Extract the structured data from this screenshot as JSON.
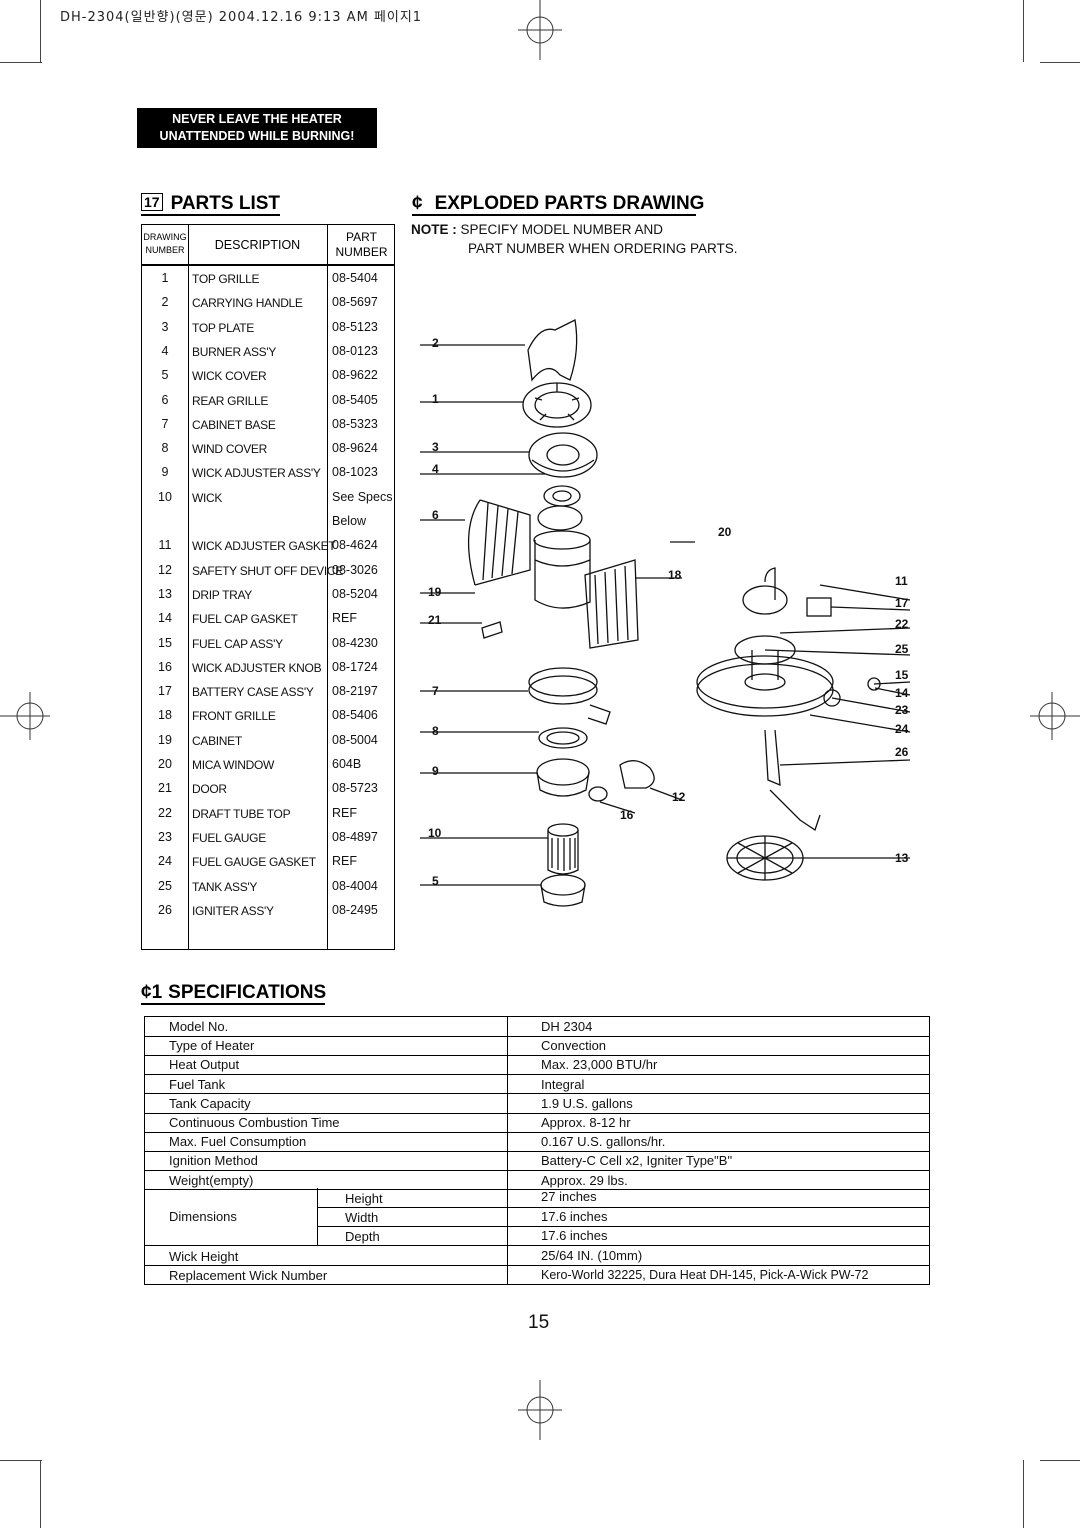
{
  "header_line": "DH-2304(일반향)(영문) 2004.12.16 9:13 AM 페이지1",
  "warning": {
    "line1": "NEVER LEAVE THE HEATER",
    "line2": "UNATTENDED WHILE BURNING!"
  },
  "parts_list": {
    "number": "17",
    "title": "PARTS LIST",
    "headers": {
      "drawing": "DRAWING",
      "number": "NUMBER",
      "description": "DESCRIPTION",
      "part": "PART",
      "part_number": "NUMBER"
    },
    "rows": [
      {
        "n": "1",
        "desc": "TOP GRILLE",
        "part": "08-5404"
      },
      {
        "n": "2",
        "desc": "CARRYING HANDLE",
        "part": "08-5697"
      },
      {
        "n": "3",
        "desc": "TOP PLATE",
        "part": "08-5123"
      },
      {
        "n": "4",
        "desc": "BURNER ASS'Y",
        "part": "08-0123"
      },
      {
        "n": "5",
        "desc": "WICK COVER",
        "part": "08-9622"
      },
      {
        "n": "6",
        "desc": "REAR GRILLE",
        "part": "08-5405"
      },
      {
        "n": "7",
        "desc": "CABINET BASE",
        "part": "08-5323"
      },
      {
        "n": "8",
        "desc": "WIND COVER",
        "part": "08-9624"
      },
      {
        "n": "9",
        "desc": "WICK ADJUSTER ASS'Y",
        "part": "08-1023"
      },
      {
        "n": "10",
        "desc": "WICK",
        "part": "See Specs"
      },
      {
        "n": "",
        "desc": "",
        "part": "Below"
      },
      {
        "n": "11",
        "desc": "WICK ADJUSTER GASKET",
        "part": "08-4624"
      },
      {
        "n": "12",
        "desc": "SAFETY SHUT OFF DEVICE",
        "part": "08-3026"
      },
      {
        "n": "13",
        "desc": "DRIP TRAY",
        "part": "08-5204"
      },
      {
        "n": "14",
        "desc": "FUEL CAP GASKET",
        "part": "REF"
      },
      {
        "n": "15",
        "desc": "FUEL CAP ASS'Y",
        "part": "08-4230"
      },
      {
        "n": "16",
        "desc": "WICK ADJUSTER KNOB",
        "part": "08-1724"
      },
      {
        "n": "17",
        "desc": "BATTERY CASE ASS'Y",
        "part": "08-2197"
      },
      {
        "n": "18",
        "desc": "FRONT GRILLE",
        "part": "08-5406"
      },
      {
        "n": "19",
        "desc": "CABINET",
        "part": "08-5004"
      },
      {
        "n": "20",
        "desc": "MICA WINDOW",
        "part": "604B"
      },
      {
        "n": "21",
        "desc": "DOOR",
        "part": "08-5723"
      },
      {
        "n": "22",
        "desc": "DRAFT TUBE TOP",
        "part": "REF"
      },
      {
        "n": "23",
        "desc": "FUEL GAUGE",
        "part": "08-4897"
      },
      {
        "n": "24",
        "desc": "FUEL GAUGE GASKET",
        "part": "REF"
      },
      {
        "n": "25",
        "desc": "TANK ASS'Y",
        "part": "08-4004"
      },
      {
        "n": "26",
        "desc": "IGNITER ASS'Y",
        "part": "08-2495"
      }
    ]
  },
  "exploded": {
    "symbol": "¢",
    "title": "EXPLODED PARTS DRAWING",
    "note_label": "NOTE :",
    "note_line1": "SPECIFY MODEL NUMBER AND",
    "note_line2": "PART NUMBER WHEN ORDERING PARTS.",
    "callouts_left": [
      "2",
      "1",
      "3",
      "4",
      "6",
      "19",
      "21",
      "7",
      "8",
      "9",
      "10",
      "5"
    ],
    "callouts_mid": [
      "20",
      "18",
      "12",
      "16"
    ],
    "callouts_right": [
      "11",
      "17",
      "22",
      "25",
      "15",
      "14",
      "23",
      "24",
      "26",
      "13"
    ]
  },
  "specifications": {
    "symbol": "¢1",
    "title": "SPECIFICATIONS",
    "rows": [
      {
        "label": "Model No.",
        "value": "DH 2304"
      },
      {
        "label": "Type of Heater",
        "value": "Convection"
      },
      {
        "label": "Heat Output",
        "value": "Max. 23,000 BTU/hr"
      },
      {
        "label": "Fuel Tank",
        "value": "Integral"
      },
      {
        "label": "Tank Capacity",
        "value": "1.9 U.S. gallons"
      },
      {
        "label": "Continuous Combustion Time",
        "value": "Approx. 8-12 hr"
      },
      {
        "label": "Max. Fuel Consumption",
        "value": "0.167 U.S. gallons/hr."
      },
      {
        "label": "Ignition Method",
        "value": "Battery-C Cell x2, Igniter Type\"B\""
      },
      {
        "label": "Weight(empty)",
        "value": "Approx. 29 lbs."
      }
    ],
    "dimensions": {
      "label": "Dimensions",
      "height_label": "Height",
      "height_value": "27 inches",
      "width_label": "Width",
      "width_value": "17.6 inches",
      "depth_label": "Depth",
      "depth_value": "17.6 inches"
    },
    "wick_height": {
      "label": "Wick Height",
      "value": "25/64 IN. (10mm)"
    },
    "replacement": {
      "label": "Replacement Wick Number",
      "value": "Kero-World 32225, Dura Heat DH-145, Pick-A-Wick PW-72"
    }
  },
  "page_number": "15"
}
